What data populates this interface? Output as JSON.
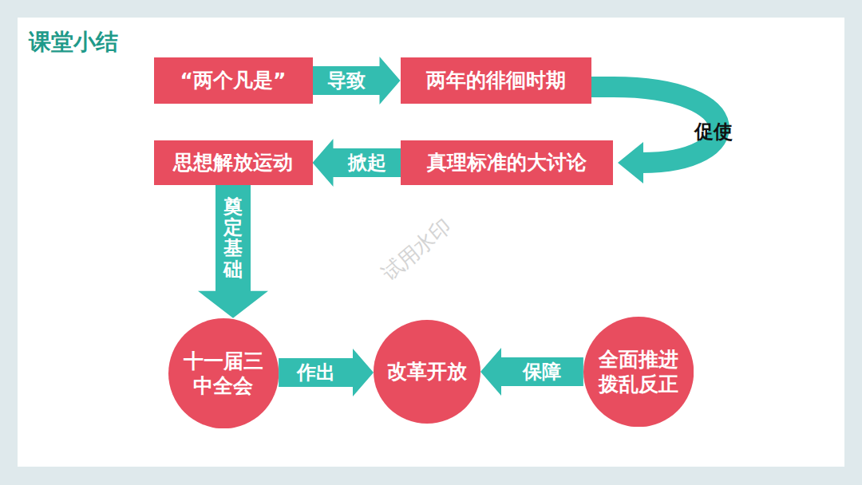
{
  "diagram": {
    "title": "课堂小结",
    "nodes": [
      {
        "text": [
          "“两个凡是”"
        ]
      },
      {
        "text": [
          "两年的徘徊时期"
        ]
      },
      {
        "text": [
          "真理标准的大讨论"
        ]
      },
      {
        "text": [
          "思想解放运动"
        ]
      },
      {
        "text": [
          "十一届三中全会"
        ]
      },
      {
        "text": [
          "改革开放"
        ]
      },
      {
        "text": [
          "全面推进拨乱反正"
        ]
      }
    ],
    "edges": [
      {
        "from": 0,
        "to": 1,
        "label": "导致",
        "arrow": "to"
      },
      {
        "from": 1,
        "to": 2,
        "label": "促使",
        "arrow": "to"
      },
      {
        "from": 2,
        "to": 3,
        "label": "掀起",
        "arrow": "to"
      },
      {
        "from": 3,
        "to": 4,
        "label": "奠定基础",
        "arrow": "to"
      },
      {
        "from": 4,
        "to": 5,
        "label": "作出",
        "arrow": "to"
      },
      {
        "from": 6,
        "to": 5,
        "label": "保障",
        "arrow": "to"
      }
    ],
    "labels": [
      "试用水印"
    ]
  }
}
